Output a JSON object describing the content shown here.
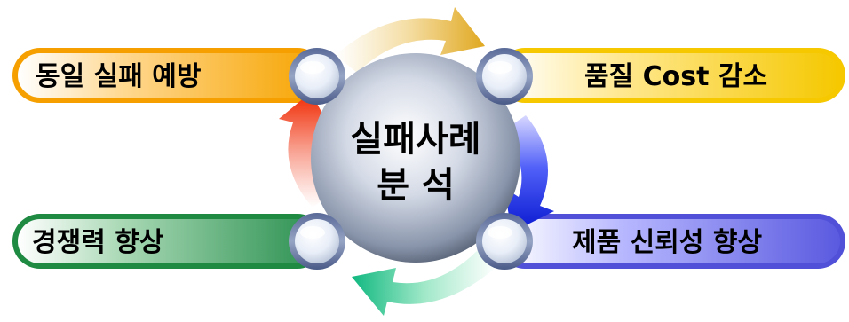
{
  "center": {
    "line1": "실패사례",
    "line2": "분 석"
  },
  "labels": {
    "top_left": "동일 실패 예방",
    "top_right": "품질 Cost 감소",
    "bottom_left": "경쟁력 향상",
    "bottom_right": "제품 신뢰성 향상"
  },
  "colors": {
    "top_left_pill": "#f5a000",
    "top_right_pill": "#f5c800",
    "bottom_left_pill": "#1e8a42",
    "bottom_right_pill": "#5050d8",
    "arrow_top": "#e8b020",
    "arrow_right": "#1830e8",
    "arrow_bottom": "#20c088",
    "arrow_left": "#f03010",
    "center_disc": "#8090a8"
  }
}
